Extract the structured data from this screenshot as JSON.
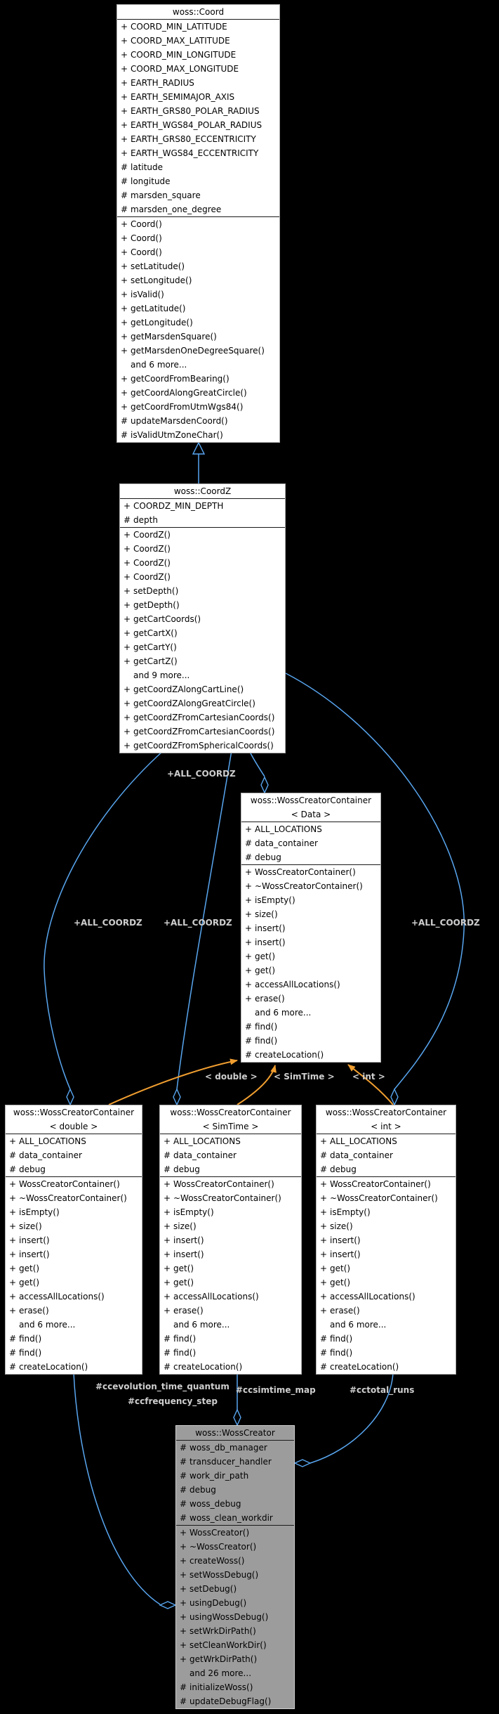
{
  "diagram": {
    "type": "uml-collaboration-diagram",
    "colors": {
      "background": "#000000",
      "node_fill": "#ffffff",
      "main_node_fill": "#9c9c9c",
      "inheritance_edge": "#58a6f0",
      "template_edge": "#f09e30",
      "edge_label_text": "#cfcfcf"
    },
    "classes": [
      {
        "id": "coord",
        "title_lines": [
          "woss::Coord"
        ],
        "attributes": [
          {
            "v": "+",
            "t": "COORD_MIN_LATITUDE"
          },
          {
            "v": "+",
            "t": "COORD_MAX_LATITUDE"
          },
          {
            "v": "+",
            "t": "COORD_MIN_LONGITUDE"
          },
          {
            "v": "+",
            "t": "COORD_MAX_LONGITUDE"
          },
          {
            "v": "+",
            "t": "EARTH_RADIUS"
          },
          {
            "v": "+",
            "t": "EARTH_SEMIMAJOR_AXIS"
          },
          {
            "v": "+",
            "t": "EARTH_GRS80_POLAR_RADIUS"
          },
          {
            "v": "+",
            "t": "EARTH_WGS84_POLAR_RADIUS"
          },
          {
            "v": "+",
            "t": "EARTH_GRS80_ECCENTRICITY"
          },
          {
            "v": "+",
            "t": "EARTH_WGS84_ECCENTRICITY"
          },
          {
            "v": "#",
            "t": "latitude"
          },
          {
            "v": "#",
            "t": "longitude"
          },
          {
            "v": "#",
            "t": "marsden_square"
          },
          {
            "v": "#",
            "t": "marsden_one_degree"
          }
        ],
        "methods": [
          {
            "v": "+",
            "t": "Coord()"
          },
          {
            "v": "+",
            "t": "Coord()"
          },
          {
            "v": "+",
            "t": "Coord()"
          },
          {
            "v": "+",
            "t": "setLatitude()"
          },
          {
            "v": "+",
            "t": "setLongitude()"
          },
          {
            "v": "+",
            "t": "isValid()"
          },
          {
            "v": "+",
            "t": "getLatitude()"
          },
          {
            "v": "+",
            "t": "getLongitude()"
          },
          {
            "v": "+",
            "t": "getMarsdenSquare()"
          },
          {
            "v": "+",
            "t": "getMarsdenOneDegreeSquare()"
          },
          {
            "v": "",
            "t": "and 6 more..."
          },
          {
            "v": "+",
            "t": "getCoordFromBearing()"
          },
          {
            "v": "+",
            "t": "getCoordAlongGreatCircle()"
          },
          {
            "v": "+",
            "t": "getCoordFromUtmWgs84()"
          },
          {
            "v": "#",
            "t": "updateMarsdenCoord()"
          },
          {
            "v": "#",
            "t": "isValidUtmZoneChar()"
          }
        ]
      },
      {
        "id": "coordz",
        "title_lines": [
          "woss::CoordZ"
        ],
        "attributes": [
          {
            "v": "+",
            "t": "COORDZ_MIN_DEPTH"
          },
          {
            "v": "#",
            "t": "depth"
          }
        ],
        "methods": [
          {
            "v": "+",
            "t": "CoordZ()"
          },
          {
            "v": "+",
            "t": "CoordZ()"
          },
          {
            "v": "+",
            "t": "CoordZ()"
          },
          {
            "v": "+",
            "t": "CoordZ()"
          },
          {
            "v": "+",
            "t": "setDepth()"
          },
          {
            "v": "+",
            "t": "getDepth()"
          },
          {
            "v": "+",
            "t": "getCartCoords()"
          },
          {
            "v": "+",
            "t": "getCartX()"
          },
          {
            "v": "+",
            "t": "getCartY()"
          },
          {
            "v": "+",
            "t": "getCartZ()"
          },
          {
            "v": "",
            "t": "and 9 more..."
          },
          {
            "v": "+",
            "t": "getCoordZAlongCartLine()"
          },
          {
            "v": "+",
            "t": "getCoordZAlongGreatCircle()"
          },
          {
            "v": "+",
            "t": "getCoordZFromCartesianCoords()"
          },
          {
            "v": "+",
            "t": "getCoordZFromCartesianCoords()"
          },
          {
            "v": "+",
            "t": "getCoordZFromSphericalCoords()"
          }
        ]
      },
      {
        "id": "container_data",
        "title_lines": [
          "woss::WossCreatorContainer",
          "< Data >"
        ],
        "attributes": [
          {
            "v": "+",
            "t": "ALL_LOCATIONS"
          },
          {
            "v": "#",
            "t": "data_container"
          },
          {
            "v": "#",
            "t": "debug"
          }
        ],
        "methods": [
          {
            "v": "+",
            "t": "WossCreatorContainer()"
          },
          {
            "v": "+",
            "t": "~WossCreatorContainer()"
          },
          {
            "v": "+",
            "t": "isEmpty()"
          },
          {
            "v": "+",
            "t": "size()"
          },
          {
            "v": "+",
            "t": "insert()"
          },
          {
            "v": "+",
            "t": "insert()"
          },
          {
            "v": "+",
            "t": "get()"
          },
          {
            "v": "+",
            "t": "get()"
          },
          {
            "v": "+",
            "t": "accessAllLocations()"
          },
          {
            "v": "+",
            "t": "erase()"
          },
          {
            "v": "",
            "t": "and 6 more..."
          },
          {
            "v": "#",
            "t": "find()"
          },
          {
            "v": "#",
            "t": "find()"
          },
          {
            "v": "#",
            "t": "createLocation()"
          }
        ]
      },
      {
        "id": "container_double",
        "title_lines": [
          "woss::WossCreatorContainer",
          "< double >"
        ],
        "attributes": [
          {
            "v": "+",
            "t": "ALL_LOCATIONS"
          },
          {
            "v": "#",
            "t": "data_container"
          },
          {
            "v": "#",
            "t": "debug"
          }
        ],
        "methods": [
          {
            "v": "+",
            "t": "WossCreatorContainer()"
          },
          {
            "v": "+",
            "t": "~WossCreatorContainer()"
          },
          {
            "v": "+",
            "t": "isEmpty()"
          },
          {
            "v": "+",
            "t": "size()"
          },
          {
            "v": "+",
            "t": "insert()"
          },
          {
            "v": "+",
            "t": "insert()"
          },
          {
            "v": "+",
            "t": "get()"
          },
          {
            "v": "+",
            "t": "get()"
          },
          {
            "v": "+",
            "t": "accessAllLocations()"
          },
          {
            "v": "+",
            "t": "erase()"
          },
          {
            "v": "",
            "t": "and 6 more..."
          },
          {
            "v": "#",
            "t": "find()"
          },
          {
            "v": "#",
            "t": "find()"
          },
          {
            "v": "#",
            "t": "createLocation()"
          }
        ]
      },
      {
        "id": "container_simtime",
        "title_lines": [
          "woss::WossCreatorContainer",
          "< SimTime >"
        ],
        "attributes": [
          {
            "v": "+",
            "t": "ALL_LOCATIONS"
          },
          {
            "v": "#",
            "t": "data_container"
          },
          {
            "v": "#",
            "t": "debug"
          }
        ],
        "methods": [
          {
            "v": "+",
            "t": "WossCreatorContainer()"
          },
          {
            "v": "+",
            "t": "~WossCreatorContainer()"
          },
          {
            "v": "+",
            "t": "isEmpty()"
          },
          {
            "v": "+",
            "t": "size()"
          },
          {
            "v": "+",
            "t": "insert()"
          },
          {
            "v": "+",
            "t": "insert()"
          },
          {
            "v": "+",
            "t": "get()"
          },
          {
            "v": "+",
            "t": "get()"
          },
          {
            "v": "+",
            "t": "accessAllLocations()"
          },
          {
            "v": "+",
            "t": "erase()"
          },
          {
            "v": "",
            "t": "and 6 more..."
          },
          {
            "v": "#",
            "t": "find()"
          },
          {
            "v": "#",
            "t": "find()"
          },
          {
            "v": "#",
            "t": "createLocation()"
          }
        ]
      },
      {
        "id": "container_int",
        "title_lines": [
          "woss::WossCreatorContainer",
          "< int >"
        ],
        "attributes": [
          {
            "v": "+",
            "t": "ALL_LOCATIONS"
          },
          {
            "v": "#",
            "t": "data_container"
          },
          {
            "v": "#",
            "t": "debug"
          }
        ],
        "methods": [
          {
            "v": "+",
            "t": "WossCreatorContainer()"
          },
          {
            "v": "+",
            "t": "~WossCreatorContainer()"
          },
          {
            "v": "+",
            "t": "isEmpty()"
          },
          {
            "v": "+",
            "t": "size()"
          },
          {
            "v": "+",
            "t": "insert()"
          },
          {
            "v": "+",
            "t": "insert()"
          },
          {
            "v": "+",
            "t": "get()"
          },
          {
            "v": "+",
            "t": "get()"
          },
          {
            "v": "+",
            "t": "accessAllLocations()"
          },
          {
            "v": "+",
            "t": "erase()"
          },
          {
            "v": "",
            "t": "and 6 more..."
          },
          {
            "v": "#",
            "t": "find()"
          },
          {
            "v": "#",
            "t": "find()"
          },
          {
            "v": "#",
            "t": "createLocation()"
          }
        ]
      },
      {
        "id": "wosscreator",
        "title_lines": [
          "woss::WossCreator"
        ],
        "attributes": [
          {
            "v": "#",
            "t": "woss_db_manager"
          },
          {
            "v": "#",
            "t": "transducer_handler"
          },
          {
            "v": "#",
            "t": "work_dir_path"
          },
          {
            "v": "#",
            "t": "debug"
          },
          {
            "v": "#",
            "t": "woss_debug"
          },
          {
            "v": "#",
            "t": "woss_clean_workdir"
          }
        ],
        "methods": [
          {
            "v": "+",
            "t": "WossCreator()"
          },
          {
            "v": "+",
            "t": "~WossCreator()"
          },
          {
            "v": "+",
            "t": "createWoss()"
          },
          {
            "v": "+",
            "t": "setWossDebug()"
          },
          {
            "v": "+",
            "t": "setDebug()"
          },
          {
            "v": "+",
            "t": "usingDebug()"
          },
          {
            "v": "+",
            "t": "usingWossDebug()"
          },
          {
            "v": "+",
            "t": "setWrkDirPath()"
          },
          {
            "v": "+",
            "t": "setCleanWorkDir()"
          },
          {
            "v": "+",
            "t": "getWrkDirPath()"
          },
          {
            "v": "",
            "t": "and 26 more..."
          },
          {
            "v": "#",
            "t": "initializeWoss()"
          },
          {
            "v": "#",
            "t": "updateDebugFlag()"
          }
        ]
      }
    ],
    "edge_labels": [
      {
        "text": "+ALL_COORDZ"
      },
      {
        "text": "+ALL_COORDZ"
      },
      {
        "text": "+ALL_COORDZ"
      },
      {
        "text": "+ALL_COORDZ"
      },
      {
        "text": "< double >"
      },
      {
        "text": "< SimTime >"
      },
      {
        "text": "< int >"
      },
      {
        "text": "#ccevolution_time_quantum"
      },
      {
        "text": "#ccfrequency_step"
      },
      {
        "text": "#ccsimtime_map"
      },
      {
        "text": "#cctotal_runs"
      }
    ]
  }
}
